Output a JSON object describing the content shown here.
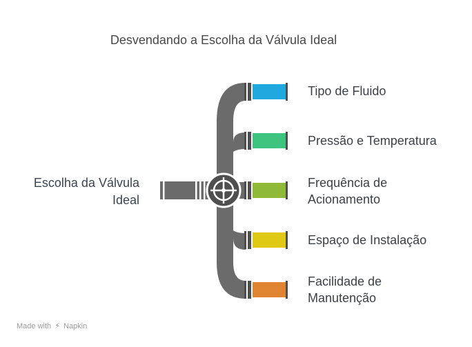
{
  "title": "Desvendando a Escolha da Válvula Ideal",
  "root": {
    "line1": "Escolha da Válvula",
    "line2": "Ideal"
  },
  "branches": [
    {
      "line1": "Tipo de Fluido",
      "line2": "",
      "color": "#1fa9df"
    },
    {
      "line1": "Pressão e Temperatura",
      "line2": "",
      "color": "#3ec47f"
    },
    {
      "line1": "Frequência de",
      "line2": "Acionamento",
      "color": "#8fba38"
    },
    {
      "line1": "Espaço de Instalação",
      "line2": "",
      "color": "#dfc915"
    },
    {
      "line1": "Facilidade de",
      "line2": "Manutenção",
      "color": "#e08431"
    }
  ],
  "credit": {
    "prefix": "Made with",
    "brand": "Napkin",
    "logo_icon": "napkin-logo-icon"
  },
  "colors": {
    "pipe": "#6b6b6b",
    "pipe_dark": "#4f4f4f",
    "stripe": "#ffffff"
  }
}
